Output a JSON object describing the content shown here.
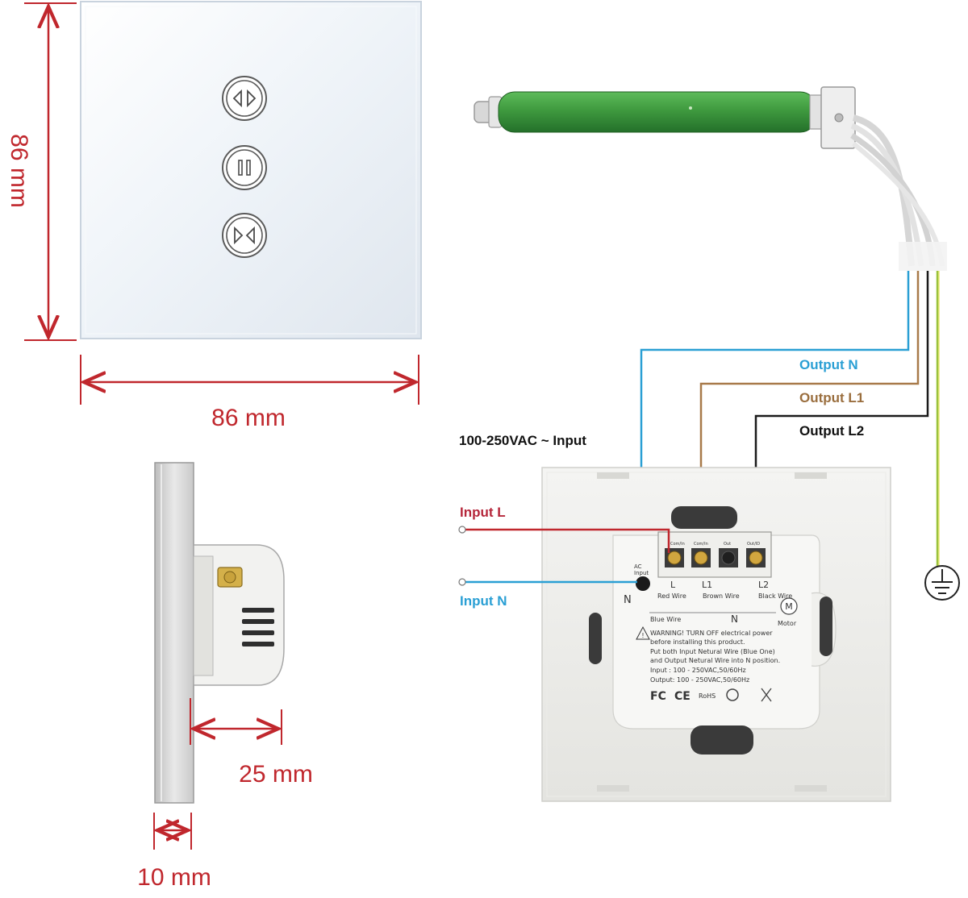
{
  "dimensions": {
    "height": "86 mm",
    "width": "86 mm",
    "depth": "25 mm",
    "plate": "10 mm"
  },
  "wiring": {
    "supply": "100-250VAC ~ Input",
    "input_l": "Input L",
    "input_n": "Input N",
    "output_n": "Output N",
    "output_l1": "Output L1",
    "output_l2": "Output L2"
  },
  "back_label": {
    "terminal_top": [
      "Com/In",
      "Com/In",
      "Out",
      "Out/ID"
    ],
    "ac_input": [
      "AC",
      "Input"
    ],
    "n": "N",
    "l": "L",
    "l1": "L1",
    "l2": "L2",
    "red_wire": "Red Wire",
    "brown_wire": "Brown Wire",
    "black_wire": "Black Wire",
    "blue_wire": "Blue Wire",
    "n_center": "N",
    "motor": "Motor",
    "motor_symbol": "M",
    "warning": [
      "WARNING! TURN OFF electrical power",
      "before installing this product.",
      "Put both Input Netural Wire (Blue One)",
      "and Output Netural Wire into N position.",
      "Input : 100 - 250VAC,50/60Hz",
      "Output: 100 - 250VAC,50/60Hz"
    ],
    "cert": [
      "FC",
      "CE",
      "RoHS"
    ]
  },
  "colors": {
    "dimension": "#c0272d",
    "wire_neutral": "#2a9fd4",
    "wire_l1": "#a87a4a",
    "wire_l2": "#1a1a1a",
    "wire_earth": "#9bc23c",
    "wire_input_l": "#c0272d",
    "label_input_l": "#b5263a",
    "motor_tube": "#3f9a3f"
  },
  "icons": [
    "open-curtain-icon",
    "pause-icon",
    "close-curtain-icon",
    "ground-icon",
    "motor-symbol-icon"
  ]
}
